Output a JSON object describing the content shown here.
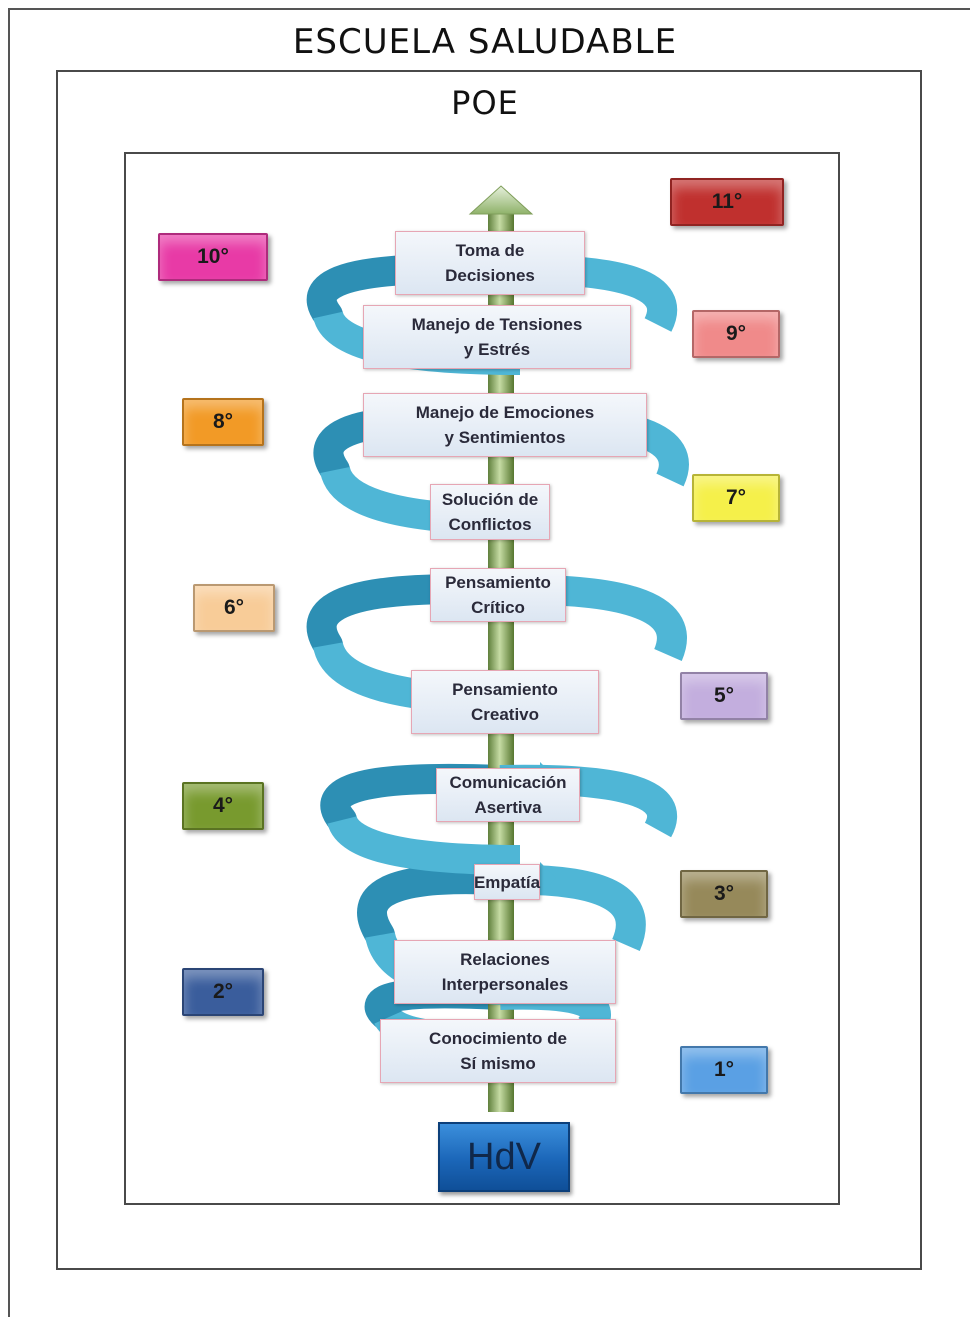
{
  "title": "ESCUELA SALUDABLE",
  "subtitle": "POE",
  "base_label": "HdV",
  "skills": [
    {
      "line1": "Toma de",
      "line2": "Decisiones"
    },
    {
      "line1": "Manejo de Tensiones",
      "line2": "y Estrés"
    },
    {
      "line1": "Manejo de Emociones",
      "line2": "y Sentimientos"
    },
    {
      "line1": "Solución de",
      "line2": "Conflictos"
    },
    {
      "line1": "Pensamiento",
      "line2": "Crítico"
    },
    {
      "line1": "Pensamiento",
      "line2": "Creativo"
    },
    {
      "line1": "Comunicación",
      "line2": "Asertiva"
    },
    {
      "line1": "Empatía",
      "line2": ""
    },
    {
      "line1": "Relaciones",
      "line2": "Interpersonales"
    },
    {
      "line1": "Conocimiento de",
      "line2": "Sí mismo"
    }
  ],
  "grades": [
    {
      "label": "11°",
      "color": "#c0302e"
    },
    {
      "label": "10°",
      "color": "#e83aa6"
    },
    {
      "label": "9°",
      "color": "#f08a8a"
    },
    {
      "label": "8°",
      "color": "#f29a26"
    },
    {
      "label": "7°",
      "color": "#f5f04a"
    },
    {
      "label": "6°",
      "color": "#f8cc98"
    },
    {
      "label": "5°",
      "color": "#c3aede"
    },
    {
      "label": "4°",
      "color": "#789a2e"
    },
    {
      "label": "3°",
      "color": "#96895a"
    },
    {
      "label": "2°",
      "color": "#3a5d9c"
    },
    {
      "label": "1°",
      "color": "#5aa0e4"
    }
  ],
  "colors": {
    "ribbon": "#4fb6d6",
    "ribbon_dark": "#2d8fb4",
    "arrow": "#8fb26a",
    "base": "#1b66b8"
  }
}
